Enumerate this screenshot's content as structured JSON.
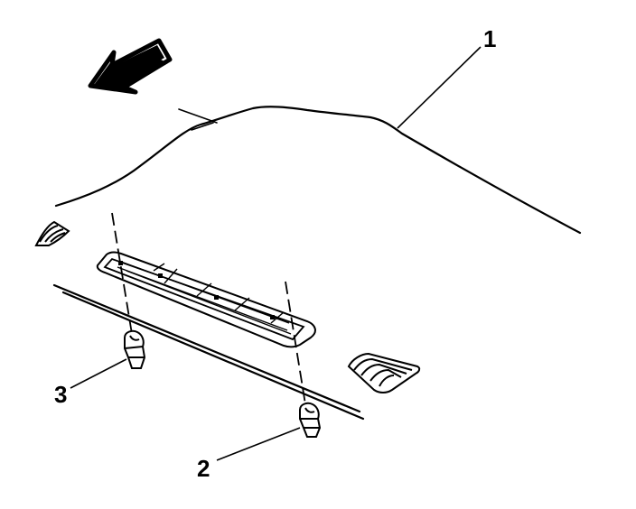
{
  "callouts": {
    "panel": "1",
    "clip_right": "2",
    "clip_left": "3"
  },
  "colors": {
    "line": "#000000",
    "background": "#ffffff"
  },
  "icons": {
    "direction_arrow": "forward-arrow-icon"
  }
}
